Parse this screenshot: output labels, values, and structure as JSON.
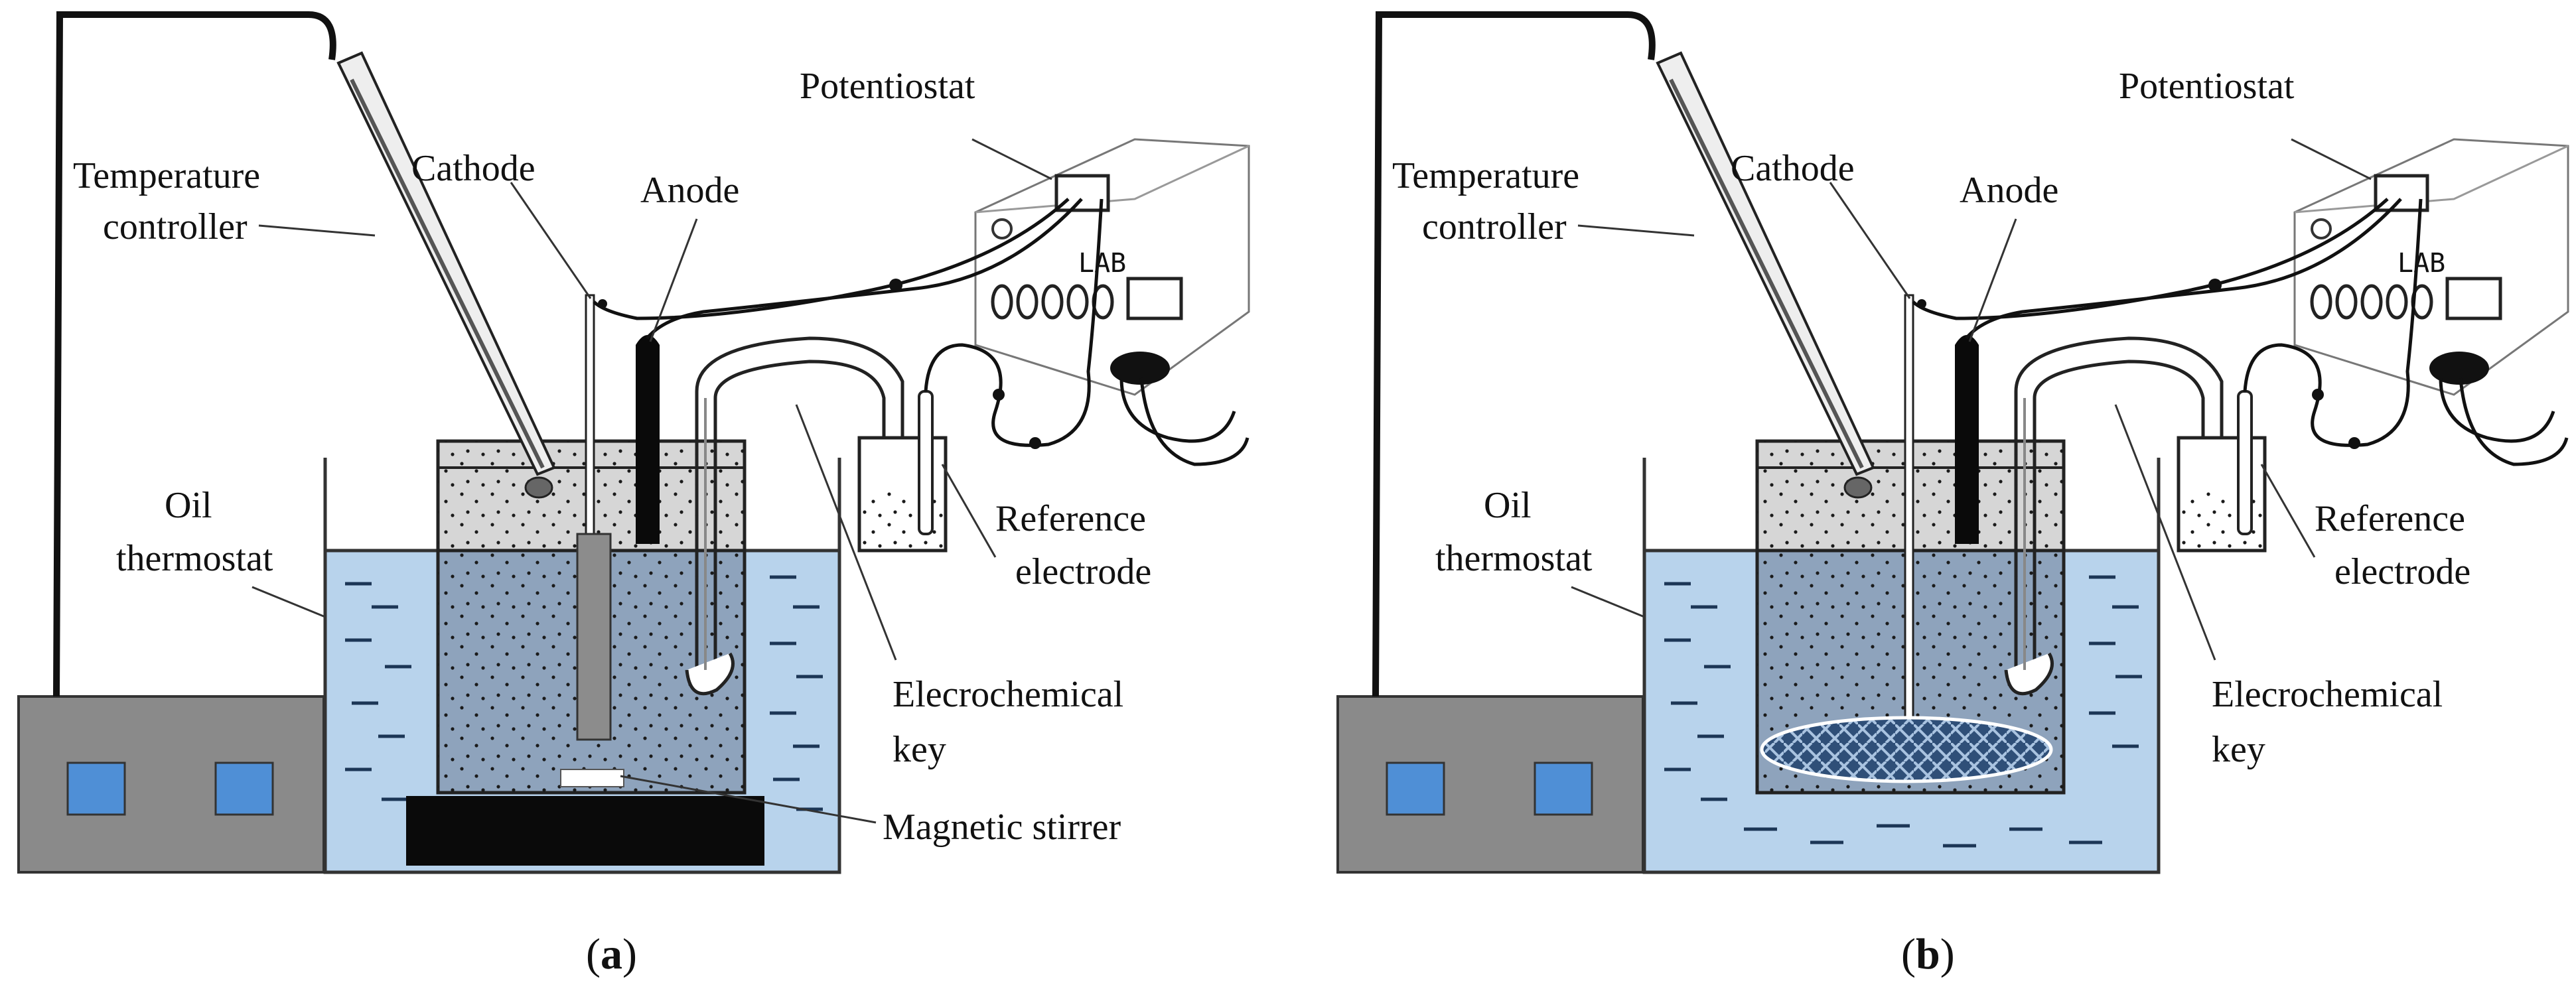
{
  "labels": {
    "temperature_controller": [
      "Temperature",
      "controller"
    ],
    "cathode": "Cathode",
    "anode": "Anode",
    "potentiostat": "Potentiostat",
    "oil_thermostat": [
      "Oil",
      "thermostat"
    ],
    "reference_electrode": [
      "Reference",
      "electrode"
    ],
    "electrochemical_key": [
      "Elecrochemical",
      "key"
    ],
    "magnetic_stirrer": "Magnetic stirrer",
    "device_mark": "LAB"
  },
  "captions": {
    "a": {
      "open": "(",
      "letter": "a",
      "close": ")"
    },
    "b": {
      "open": "(",
      "letter": "b",
      "close": ")"
    }
  },
  "colors": {
    "oil": "#b8d3ec",
    "electrolyte": "#8ea3bc",
    "controller_box": "#8a8a8a",
    "indicator": "#4f8fd6",
    "stirrer_plate": "#0a0a0a",
    "mesh": "#2f4f78"
  }
}
